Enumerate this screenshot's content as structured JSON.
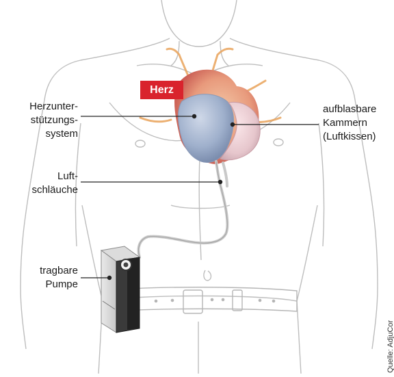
{
  "labels": {
    "herz": "Herz",
    "assist_system": [
      "Herzunter-",
      "stützungs-",
      "system"
    ],
    "chambers": [
      "aufblasbare",
      "Kammern",
      "(Luftkissen)"
    ],
    "air_tubes": [
      "Luft-",
      "schläuche"
    ],
    "pump": [
      "tragbare",
      "Pumpe"
    ]
  },
  "source": "Quelle: AdjuCor",
  "colors": {
    "accent": "#d9232d",
    "outline": "#b8b8b8",
    "leader_line": "#222222"
  }
}
